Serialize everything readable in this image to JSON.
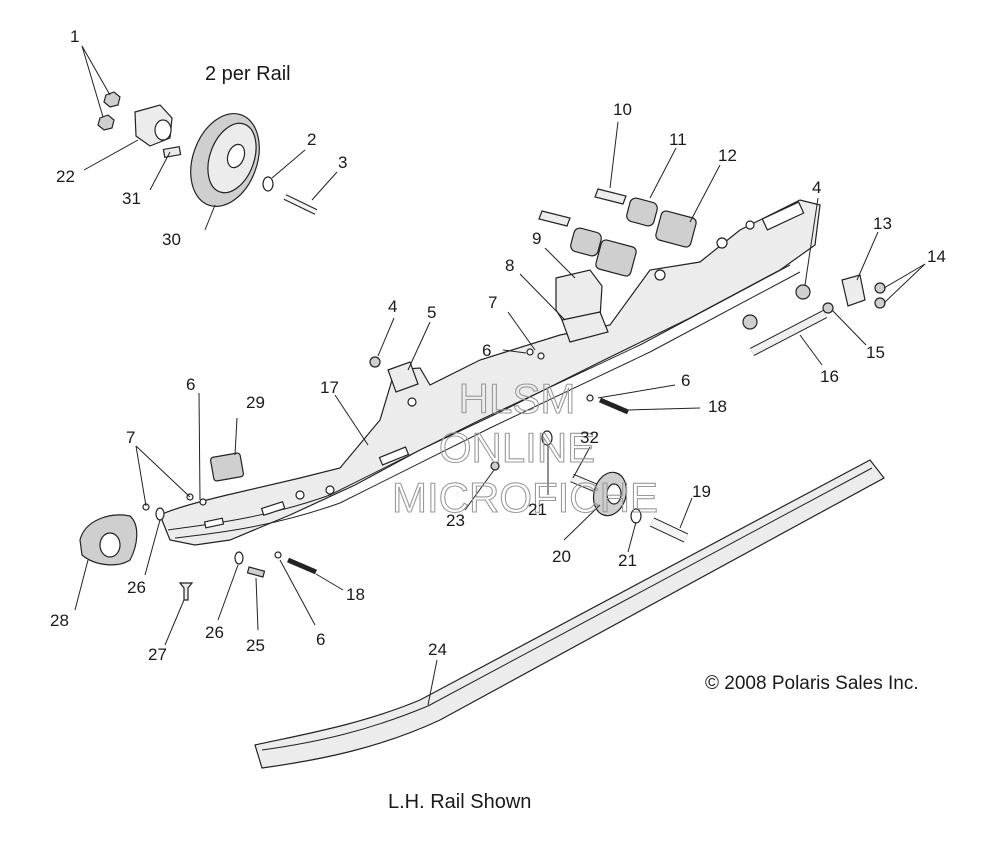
{
  "captions": {
    "per_rail": "2 per Rail",
    "rail_shown": "L.H. Rail Shown",
    "copyright": "© 2008 Polaris Sales Inc."
  },
  "watermark": {
    "line1": "HLSM",
    "line2": "ONLINE",
    "line3": "MICROFICHE"
  },
  "callouts": {
    "n1": "1",
    "n2": "2",
    "n3": "3",
    "n4a": "4",
    "n4b": "4",
    "n5": "5",
    "n6a": "6",
    "n6b": "6",
    "n6c": "6",
    "n6d": "6",
    "n7a": "7",
    "n7b": "7",
    "n8": "8",
    "n9": "9",
    "n10": "10",
    "n11": "11",
    "n12": "12",
    "n13": "13",
    "n14": "14",
    "n15": "15",
    "n16": "16",
    "n17": "17",
    "n18a": "18",
    "n18b": "18",
    "n19": "19",
    "n20": "20",
    "n21a": "21",
    "n21b": "21",
    "n22": "22",
    "n23": "23",
    "n24": "24",
    "n25": "25",
    "n26a": "26",
    "n26b": "26",
    "n27": "27",
    "n28": "28",
    "n29": "29",
    "n30": "30",
    "n31": "31",
    "n32": "32"
  }
}
